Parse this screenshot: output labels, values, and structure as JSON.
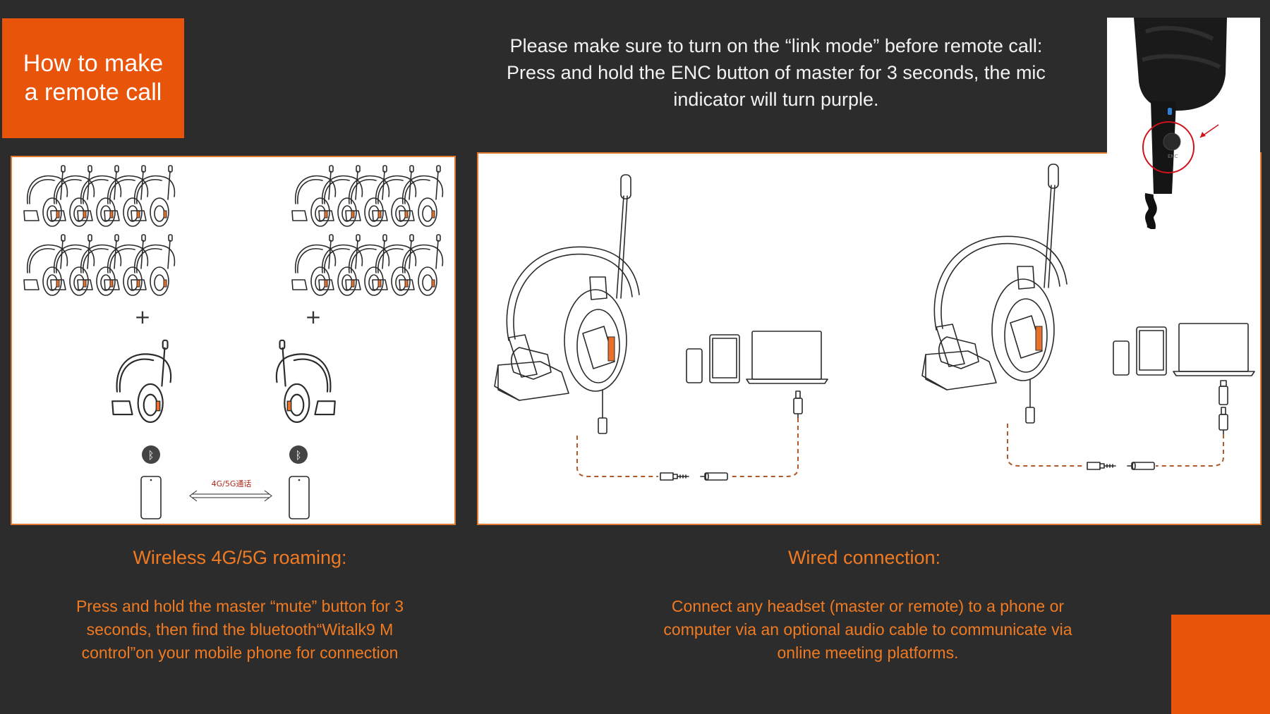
{
  "title": {
    "line1": "How to make",
    "line2": "a remote call"
  },
  "instructions": {
    "line1": "Please make sure to turn on the “link mode” before remote call:",
    "line2": "Press and hold the ENC button of master for 3 seconds, the mic",
    "line3": "indicator will turn purple."
  },
  "mic_photo": {
    "button_label": "ENC"
  },
  "wireless": {
    "heading": "Wireless 4G/5G roaming:",
    "desc_line1": "Press and hold the master “mute” button for 3",
    "desc_line2": "seconds, then find the bluetooth“Witalk9 M",
    "desc_line3": "control”on your mobile phone for connection",
    "plus": "+",
    "call_label": "4G/5G通话",
    "bluetooth_symbol": "ᛒ"
  },
  "wired": {
    "heading": "Wired connection:",
    "desc_line1": "Connect any headset (master or remote) to a phone or",
    "desc_line2": "computer via an optional audio cable to communicate via",
    "desc_line3": "online meeting platforms."
  },
  "colors": {
    "accent": "#e8540a",
    "heading": "#f07a22",
    "background": "#2c2c2c",
    "panel_border": "#e07a2e"
  }
}
